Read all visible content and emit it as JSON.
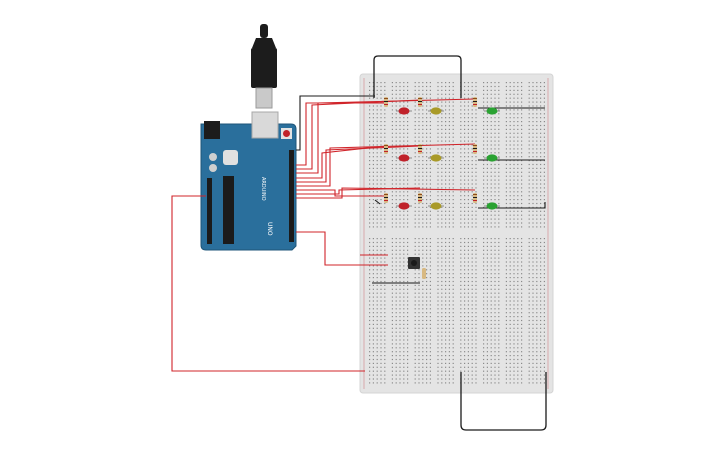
{
  "board": {
    "brand": "ARDUINO",
    "model": "UNO",
    "color": "#2a6f9c",
    "header_color": "#1b1b1b"
  },
  "usb_cable": {
    "color": "#1c1c1c",
    "plug_color": "#c9c9c9"
  },
  "breadboard": {
    "color": "#e4e4e4",
    "hole_color": "#8b8b8b"
  },
  "wires": {
    "signal_color": "#d0242a",
    "ground_color": "#1b1b1b"
  },
  "leds": {
    "rows": [
      [
        "red-led",
        "yellow-led",
        "green-led"
      ],
      [
        "red-led",
        "yellow-led",
        "green-led"
      ],
      [
        "red-led",
        "yellow-led",
        "green-led"
      ]
    ],
    "colors": {
      "red-led": "#c0222a",
      "yellow-led": "#a99a28",
      "green-led": "#2aa232"
    }
  },
  "resistor": {
    "body_color": "#d8b982",
    "band_colors": [
      "#8a4b1c",
      "#1a1a1a",
      "#c0222a"
    ]
  },
  "pushbutton": {
    "color": "#333333"
  }
}
